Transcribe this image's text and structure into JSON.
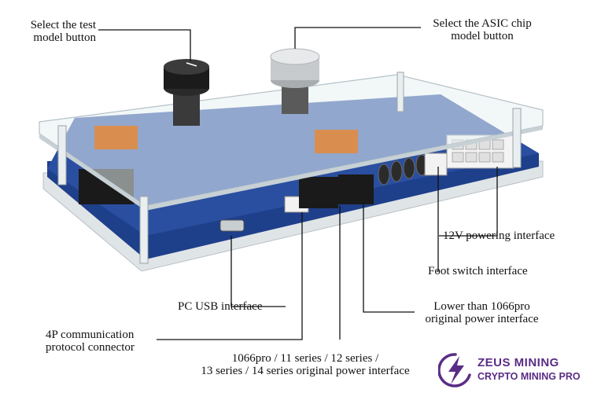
{
  "labels": {
    "test_button": "Select the test\nmodel button",
    "asic_button": "Select the ASIC chip\nmodel button",
    "power_12v": "12V powering interface",
    "foot_switch": "Foot switch interface",
    "lower_1066": "Lower than 1066pro\noriginal power interface",
    "pc_usb": "PC USB interface",
    "comm_4p": "4P communication\nprotocol connector",
    "series_power": "1066pro /  11 series / 12 series /\n13 series / 14 series original power interface"
  },
  "logo": {
    "line1": "ZEUS MINING",
    "line2": "CRYPTO MINING PRO",
    "color": "#5a2c86",
    "icon": "lightning-bolt-icon"
  },
  "colors": {
    "pcb_blue": "#1e3f8a",
    "acrylic_edge": "#d8dde0",
    "connector_black": "#1a1a1a",
    "connector_white": "#f2f2f2"
  }
}
